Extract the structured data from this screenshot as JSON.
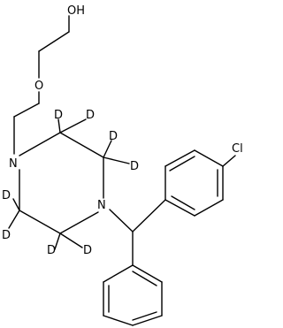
{
  "molecule": {
    "atoms": {
      "oh": "OH",
      "o_ether": "O",
      "n1": "N",
      "n2": "N",
      "cl": "Cl",
      "d": "D"
    }
  }
}
